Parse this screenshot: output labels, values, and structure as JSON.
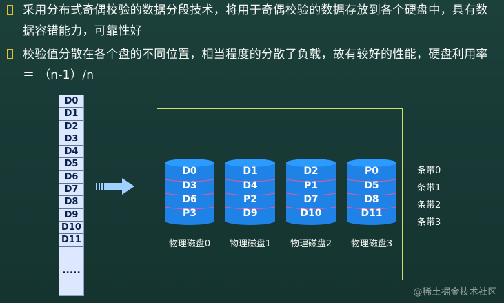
{
  "bullets": [
    "采用分布式奇偶校验的数据分段技术，将用于奇偶校验的数据存放到各个硬盘中，具有数据容错能力，可靠性好",
    "校验值分散在各个盘的不同位置，相当程度的分散了负载，故有较好的性能，硬盘利用率＝ （n-1）/n"
  ],
  "blocks": [
    "D0",
    "D1",
    "D2",
    "D3",
    "D4",
    "D5",
    "D6",
    "D7",
    "D8",
    "D9",
    "D10",
    "D11"
  ],
  "blocks_ellipsis": ".....",
  "disks": [
    {
      "label": "物理磁盘0",
      "cells": [
        "D0",
        "D3",
        "D6",
        "P3"
      ]
    },
    {
      "label": "物理磁盘1",
      "cells": [
        "D1",
        "D4",
        "P2",
        "D9"
      ]
    },
    {
      "label": "物理磁盘2",
      "cells": [
        "D2",
        "P1",
        "D7",
        "D10"
      ]
    },
    {
      "label": "物理磁盘3",
      "cells": [
        "P0",
        "D5",
        "D8",
        "D11"
      ]
    }
  ],
  "stripes": [
    "条带0",
    "条带1",
    "条带2",
    "条带3"
  ],
  "watermark": "@稀土掘金技术社区",
  "colors": {
    "background": "#183a36",
    "bullet_marker": "#e6c22a",
    "disk_body": "#1f82e6",
    "disk_top": "#2c9bff",
    "disk_separator": "#e15a9a",
    "frame": "#cfe06a",
    "block_fill": "#dde8ff",
    "arrow": "#9fd0ff"
  }
}
